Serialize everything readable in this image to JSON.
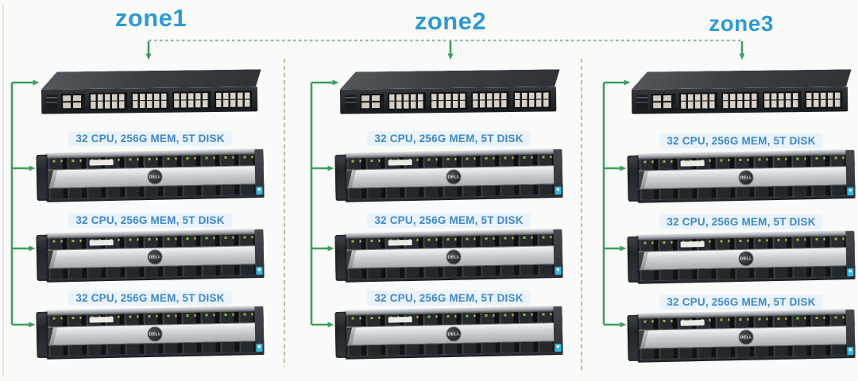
{
  "colors": {
    "accent_blue": "#2f9ad2",
    "label_blue": "#3f88c5",
    "label_bg": "#eaf3fa",
    "connector_green": "#3f9e62",
    "interconnect_dash_green": "#8bc19d",
    "separator_dash_green": "#b8c29a",
    "canvas_bg": "#fafaf8"
  },
  "device_labels": {
    "server_logo": "DELL"
  },
  "zones": [
    {
      "title": "zone1",
      "servers": [
        {
          "label": "32 CPU, 256G MEM, 5T DISK"
        },
        {
          "label": "32 CPU, 256G MEM, 5T DISK"
        },
        {
          "label": "32 CPU, 256G MEM, 5T DISK"
        }
      ]
    },
    {
      "title": "zone2",
      "servers": [
        {
          "label": "32 CPU, 256G MEM, 5T DISK"
        },
        {
          "label": "32 CPU, 256G MEM, 5T DISK"
        },
        {
          "label": "32 CPU, 256G MEM, 5T DISK"
        }
      ]
    },
    {
      "title": "zone3",
      "servers": [
        {
          "label": "32 CPU, 256G MEM, 5T DISK"
        },
        {
          "label": "32 CPU, 256G MEM, 5T DISK"
        },
        {
          "label": "32 CPU, 256G MEM, 5T DISK"
        }
      ]
    }
  ]
}
